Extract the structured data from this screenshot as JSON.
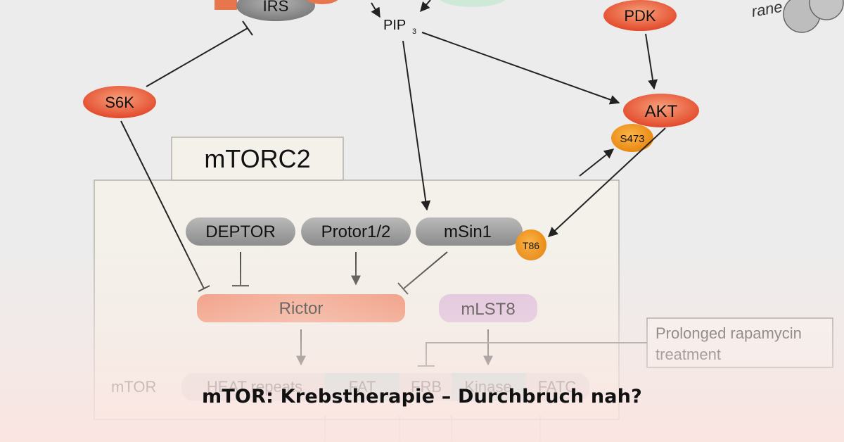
{
  "diagram": {
    "nodes": {
      "irs": "IRS",
      "pip3": "PIP",
      "pip3_sub": "3",
      "pdk": "PDK",
      "membrane": "rane",
      "s6k": "S6K",
      "akt": "AKT",
      "s473": "S473",
      "t86": "T86",
      "mtorc2": "mTORC2",
      "deptor": "DEPTOR",
      "protor": "Protor1/2",
      "msin1": "mSin1",
      "rictor": "Rictor",
      "mlst8": "mLST8",
      "rapamycin_line1": "Prolonged rapamycin",
      "rapamycin_line2": "treatment",
      "mtor_label": "mTOR"
    },
    "domains": [
      "HEAT repeats",
      "FAT",
      "FRB",
      "Kinase",
      "FATC"
    ]
  },
  "headline": "mTOR: Krebstherapie – Durchbruch nah?"
}
